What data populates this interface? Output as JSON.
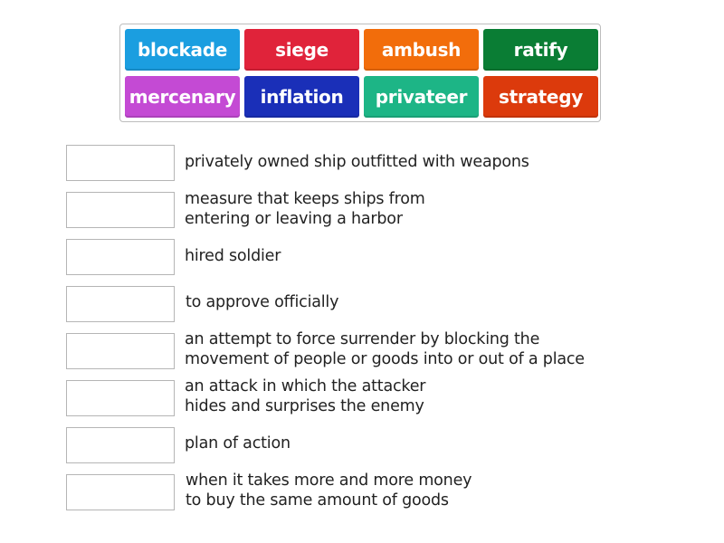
{
  "word_bank": {
    "tiles": [
      {
        "label": "blockade",
        "color": "#1b9ee0"
      },
      {
        "label": "siege",
        "color": "#e0233a"
      },
      {
        "label": "ambush",
        "color": "#f26d0b"
      },
      {
        "label": "ratify",
        "color": "#0a7d34"
      },
      {
        "label": "mercenary",
        "color": "#c44ad4"
      },
      {
        "label": "inflation",
        "color": "#1a2fb8"
      },
      {
        "label": "privateer",
        "color": "#1db586"
      },
      {
        "label": "strategy",
        "color": "#dc3a0c"
      }
    ]
  },
  "definitions": [
    {
      "text": "privately owned ship outfitted with weapons",
      "answer": ""
    },
    {
      "text": "measure that keeps ships from\nentering or leaving a harbor",
      "answer": ""
    },
    {
      "text": "hired soldier",
      "answer": ""
    },
    {
      "text": "to approve officially",
      "answer": ""
    },
    {
      "text": "an attempt to force surrender by blocking the\nmovement of people or goods into or out of a place",
      "answer": ""
    },
    {
      "text": "an attack in which the attacker\nhides and surprises the enemy",
      "answer": ""
    },
    {
      "text": "plan of action",
      "answer": ""
    },
    {
      "text": "when it takes more and more money\nto buy the same amount of goods",
      "answer": ""
    }
  ]
}
